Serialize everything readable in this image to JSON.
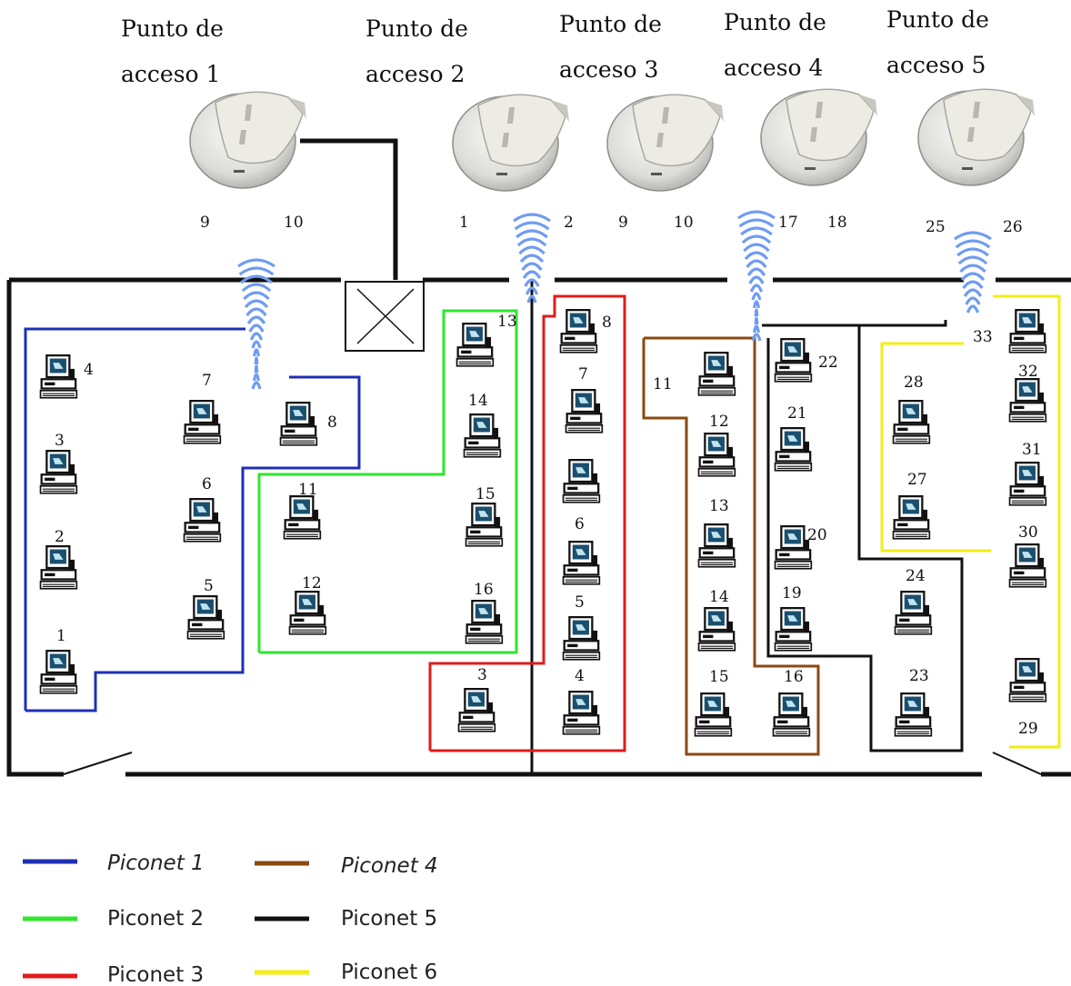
{
  "access_points": [
    {
      "label_line1": "Punto de",
      "label_line2": "acceso 1",
      "port_left": "9",
      "port_right": "10"
    },
    {
      "label_line1": "Punto de",
      "label_line2": "acceso 2",
      "port_left": "1",
      "port_right": "2"
    },
    {
      "label_line1": "Punto de",
      "label_line2": "acceso 3",
      "port_left": "9",
      "port_right": "10"
    },
    {
      "label_line1": "Punto de",
      "label_line2": "acceso 4",
      "port_left": "17",
      "port_right": "18"
    },
    {
      "label_line1": "Punto de",
      "label_line2": "acceso 5",
      "port_left": "25",
      "port_right": "26"
    }
  ],
  "computers": {
    "room1": [
      "4",
      "7",
      "8",
      "3",
      "6",
      "2",
      "5",
      "1"
    ],
    "room2": [
      "13",
      "14",
      "11",
      "15",
      "12",
      "16",
      "3"
    ],
    "room3": [
      "8",
      "7",
      "",
      "6",
      "5",
      "4"
    ],
    "room4": [
      "11",
      "12",
      "13",
      "14",
      "15",
      "16"
    ],
    "room5": [
      "22",
      "21",
      "20",
      "19",
      "24",
      "23"
    ],
    "room6": [
      "33",
      "32",
      "28",
      "31",
      "27",
      "30",
      "29"
    ]
  },
  "legend": [
    {
      "label": "Piconet 1",
      "color": "#1e2fb4"
    },
    {
      "label": "Piconet 2",
      "color": "#2ee62e"
    },
    {
      "label": "Piconet 3",
      "color": "#e01b1b"
    },
    {
      "label": "Piconet 4",
      "color": "#8b4a10"
    },
    {
      "label": "Piconet 5",
      "color": "#111111"
    },
    {
      "label": "Piconet 6",
      "color": "#f2ee14"
    }
  ],
  "colors": {
    "signal": "#6f9cf2",
    "wall": "#111111"
  },
  "icons": {
    "access_point": "access-point-icon",
    "computer": "computer-icon",
    "switch": "switch-icon",
    "signal": "wireless-signal-icon"
  }
}
